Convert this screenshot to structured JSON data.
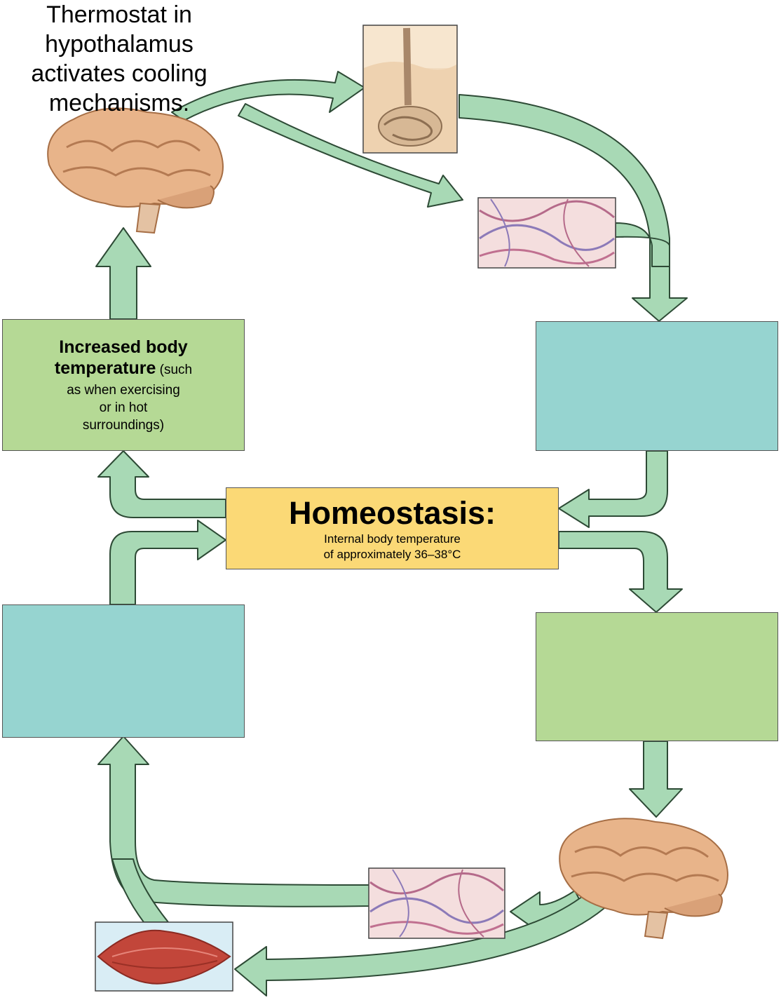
{
  "caption": {
    "line1": "Thermostat in",
    "line2": "hypothalamus",
    "line3": "activates cooling",
    "line4": "mechanisms."
  },
  "stimulus_box": {
    "bold1": "Increased body",
    "bold2": "temperature",
    "rest1": " (such",
    "rest2": "as when exercising",
    "rest3": "or in hot",
    "rest4": "surroundings)"
  },
  "homeostasis": {
    "title": "Homeostasis:",
    "line1": "Internal body temperature",
    "line2": "of approximately 36–38°C"
  },
  "colors": {
    "arrow_fill": "#a8d9b5",
    "arrow_stroke": "#2d4a35",
    "stimulus_box": "#b5d995",
    "response_box": "#96d4d0",
    "homeostasis_box": "#fbd976"
  }
}
